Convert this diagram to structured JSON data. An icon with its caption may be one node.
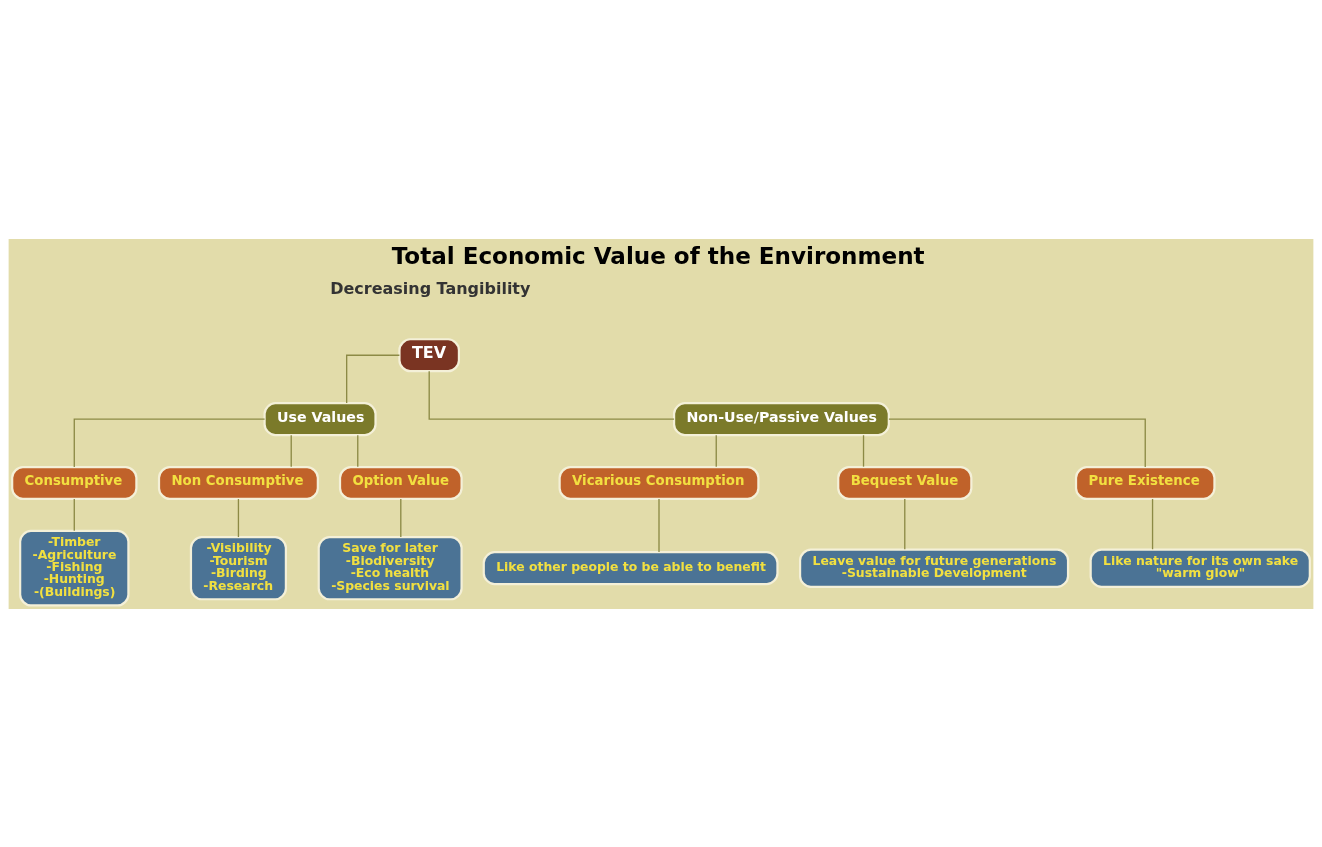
{
  "diagram": {
    "title": "Total Economic Value of the Environment",
    "nodes": [
      {
        "text": [
          "TEV"
        ]
      },
      {
        "text": [
          "Use Values"
        ]
      },
      {
        "text": [
          "Non-Use/Passive Values"
        ]
      },
      {
        "text": [
          "Consumptive"
        ]
      },
      {
        "text": [
          "Non Consumptive"
        ]
      },
      {
        "text": [
          "Option Value"
        ]
      },
      {
        "text": [
          "Vicarious Consumption"
        ]
      },
      {
        "text": [
          "Bequest Value"
        ]
      },
      {
        "text": [
          "Pure Existence"
        ]
      },
      {
        "text": [
          "-Timber",
          "-Agriculture",
          "-Fishing",
          "-Hunting",
          "-(Buildings)"
        ]
      },
      {
        "text": [
          "-Visibility",
          "-Tourism",
          "-Birding",
          "-Research"
        ]
      },
      {
        "text": [
          "Save for later",
          "-Biodiversity",
          "-Eco health",
          "-Species survival"
        ]
      },
      {
        "text": [
          "Like other people to be able to benefit"
        ]
      },
      {
        "text": [
          "Leave value for future generations",
          "-Sustainable Development"
        ]
      },
      {
        "text": [
          "Like nature for its own sake",
          "\"warm glow\""
        ]
      }
    ],
    "edges": [
      {
        "from": 0,
        "to": 1,
        "arrow": "none"
      },
      {
        "from": 0,
        "to": 2,
        "arrow": "none"
      },
      {
        "from": 1,
        "to": 3,
        "arrow": "none"
      },
      {
        "from": 1,
        "to": 4,
        "arrow": "none"
      },
      {
        "from": 1,
        "to": 5,
        "arrow": "none"
      },
      {
        "from": 2,
        "to": 6,
        "arrow": "none"
      },
      {
        "from": 2,
        "to": 7,
        "arrow": "none"
      },
      {
        "from": 2,
        "to": 8,
        "arrow": "none"
      },
      {
        "from": 3,
        "to": 9,
        "arrow": "none"
      },
      {
        "from": 4,
        "to": 10,
        "arrow": "none"
      },
      {
        "from": 5,
        "to": 11,
        "arrow": "none"
      },
      {
        "from": 6,
        "to": 12,
        "arrow": "none"
      },
      {
        "from": 7,
        "to": 13,
        "arrow": "none"
      },
      {
        "from": 8,
        "to": 14,
        "arrow": "none"
      }
    ],
    "labels": [
      "Decreasing Tangibility"
    ]
  }
}
